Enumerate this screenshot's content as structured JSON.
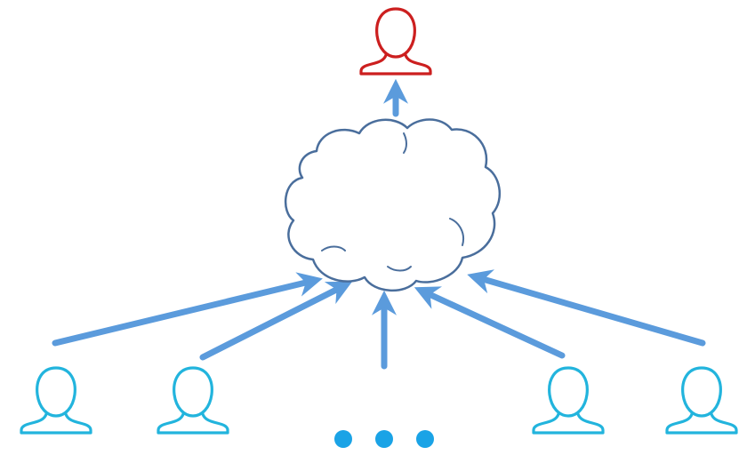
{
  "colors": {
    "aggregator": "#cc1f1f",
    "client": "#22b4dd",
    "cloud_stroke": "#4a6e9c",
    "arrow": "#5b9bdc",
    "dots": "#1aa3e6"
  },
  "nodes": {
    "aggregator": {
      "icon": "user-icon",
      "role": "top"
    },
    "cloud": {
      "icon": "cloud-icon"
    },
    "clients": [
      {
        "icon": "user-icon"
      },
      {
        "icon": "user-icon"
      },
      {
        "icon": "user-icon"
      },
      {
        "icon": "user-icon"
      }
    ],
    "ellipsis": {
      "icon": "more-dots-icon",
      "count": 3
    }
  },
  "edges": [
    {
      "from": "client-1",
      "to": "cloud"
    },
    {
      "from": "client-2",
      "to": "cloud"
    },
    {
      "from": "ellipsis",
      "to": "cloud"
    },
    {
      "from": "client-3",
      "to": "cloud"
    },
    {
      "from": "client-4",
      "to": "cloud"
    },
    {
      "from": "cloud",
      "to": "aggregator"
    }
  ]
}
